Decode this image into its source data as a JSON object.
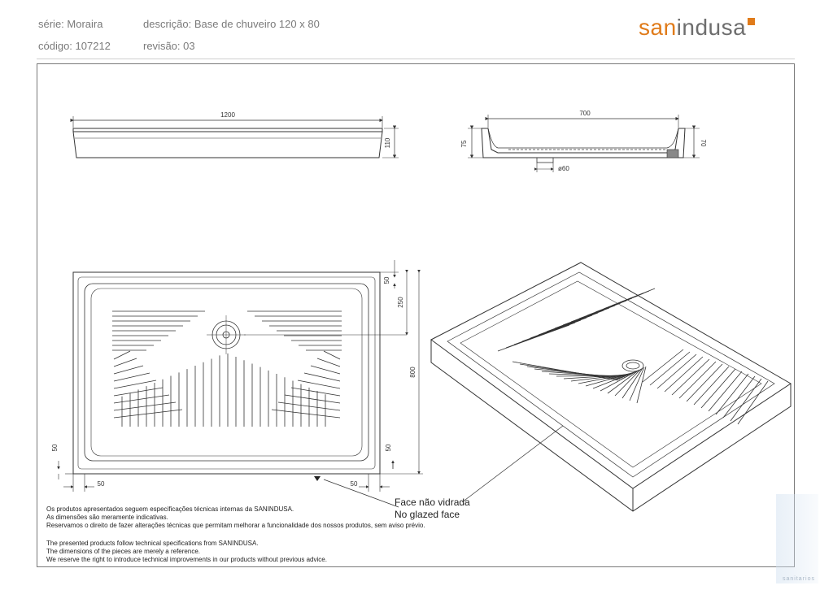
{
  "header": {
    "serie": "série: Moraira",
    "descricao": "descrição: Base de chuveiro 120 x 80",
    "codigo": "código: 107212",
    "revisao": "revisão: 03"
  },
  "brand": {
    "part1": "san",
    "part2": "indusa",
    "accent_color": "#e07b1a",
    "text_color": "#6e6e6e"
  },
  "dimensions": {
    "top_length": "1200",
    "top_height": "110",
    "side_width": "700",
    "side_height_left": "75",
    "side_height_right": "70",
    "drain_diameter": "ø60",
    "plan_250": "250",
    "plan_50_top": "50",
    "plan_800": "800",
    "plan_50_left": "50",
    "plan_50_right": "50",
    "plan_50_bottom_left": "50",
    "plan_50_bottom_right": "50"
  },
  "face_label": {
    "pt": "Face não vidrada",
    "en": "No glazed face"
  },
  "notes": {
    "pt": [
      "Os produtos apresentados seguem especificações técnicas internas da SANINDUSA.",
      "As dimensões são meramente indicativas.",
      "Reservamos o direito de fazer alterações técnicas que permitam melhorar a funcionalidade dos nossos produtos, sem aviso prévio."
    ],
    "en": [
      "The presented products follow technical specifications from SANINDUSA.",
      "The dimensions of the pieces are merely a reference.",
      "We reserve the right to introduce technical improvements in our products without previous advice."
    ]
  },
  "watermark": "sanitarios"
}
